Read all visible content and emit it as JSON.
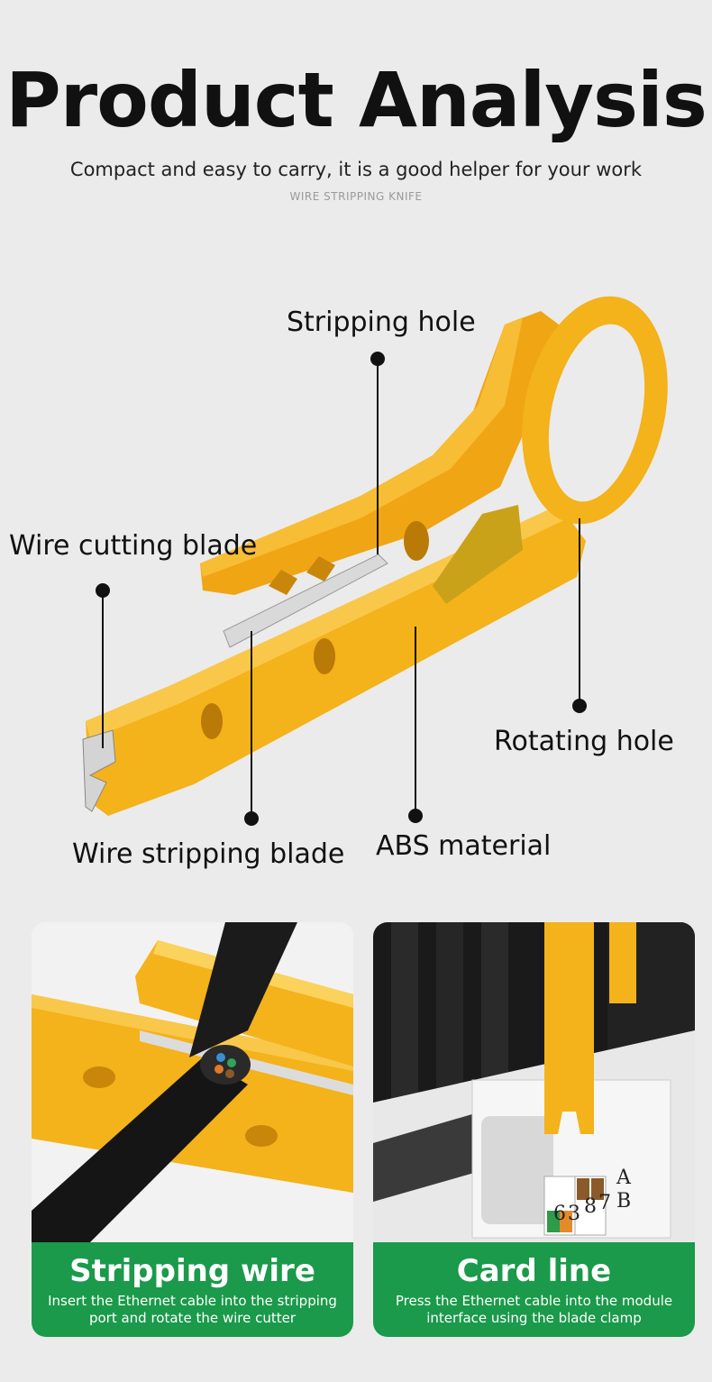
{
  "header": {
    "title": "Product Analysis",
    "subtitle": "Compact and easy to carry, it is a good helper for your work",
    "caption": "WIRE STRIPPING KNIFE"
  },
  "callouts": {
    "stripping_hole": "Stripping hole",
    "wire_cutting_blade": "Wire cutting blade",
    "rotating_hole": "Rotating hole",
    "wire_stripping_blade": "Wire stripping blade",
    "abs_material": "ABS material"
  },
  "cards": [
    {
      "title": "Stripping wire",
      "desc_line1": "Insert the Ethernet cable into the stripping",
      "desc_line2": "port and rotate the wire cutter"
    },
    {
      "title": "Card line",
      "desc_line1": "Press the Ethernet cable into the module",
      "desc_line2": "interface using the blade clamp",
      "module_labels": [
        "6",
        "3",
        "8",
        "7",
        "A",
        "B"
      ]
    }
  ],
  "colors": {
    "tool_yellow": "#f4b21b",
    "band_green": "#1a9a4a",
    "background": "#ebebeb"
  }
}
